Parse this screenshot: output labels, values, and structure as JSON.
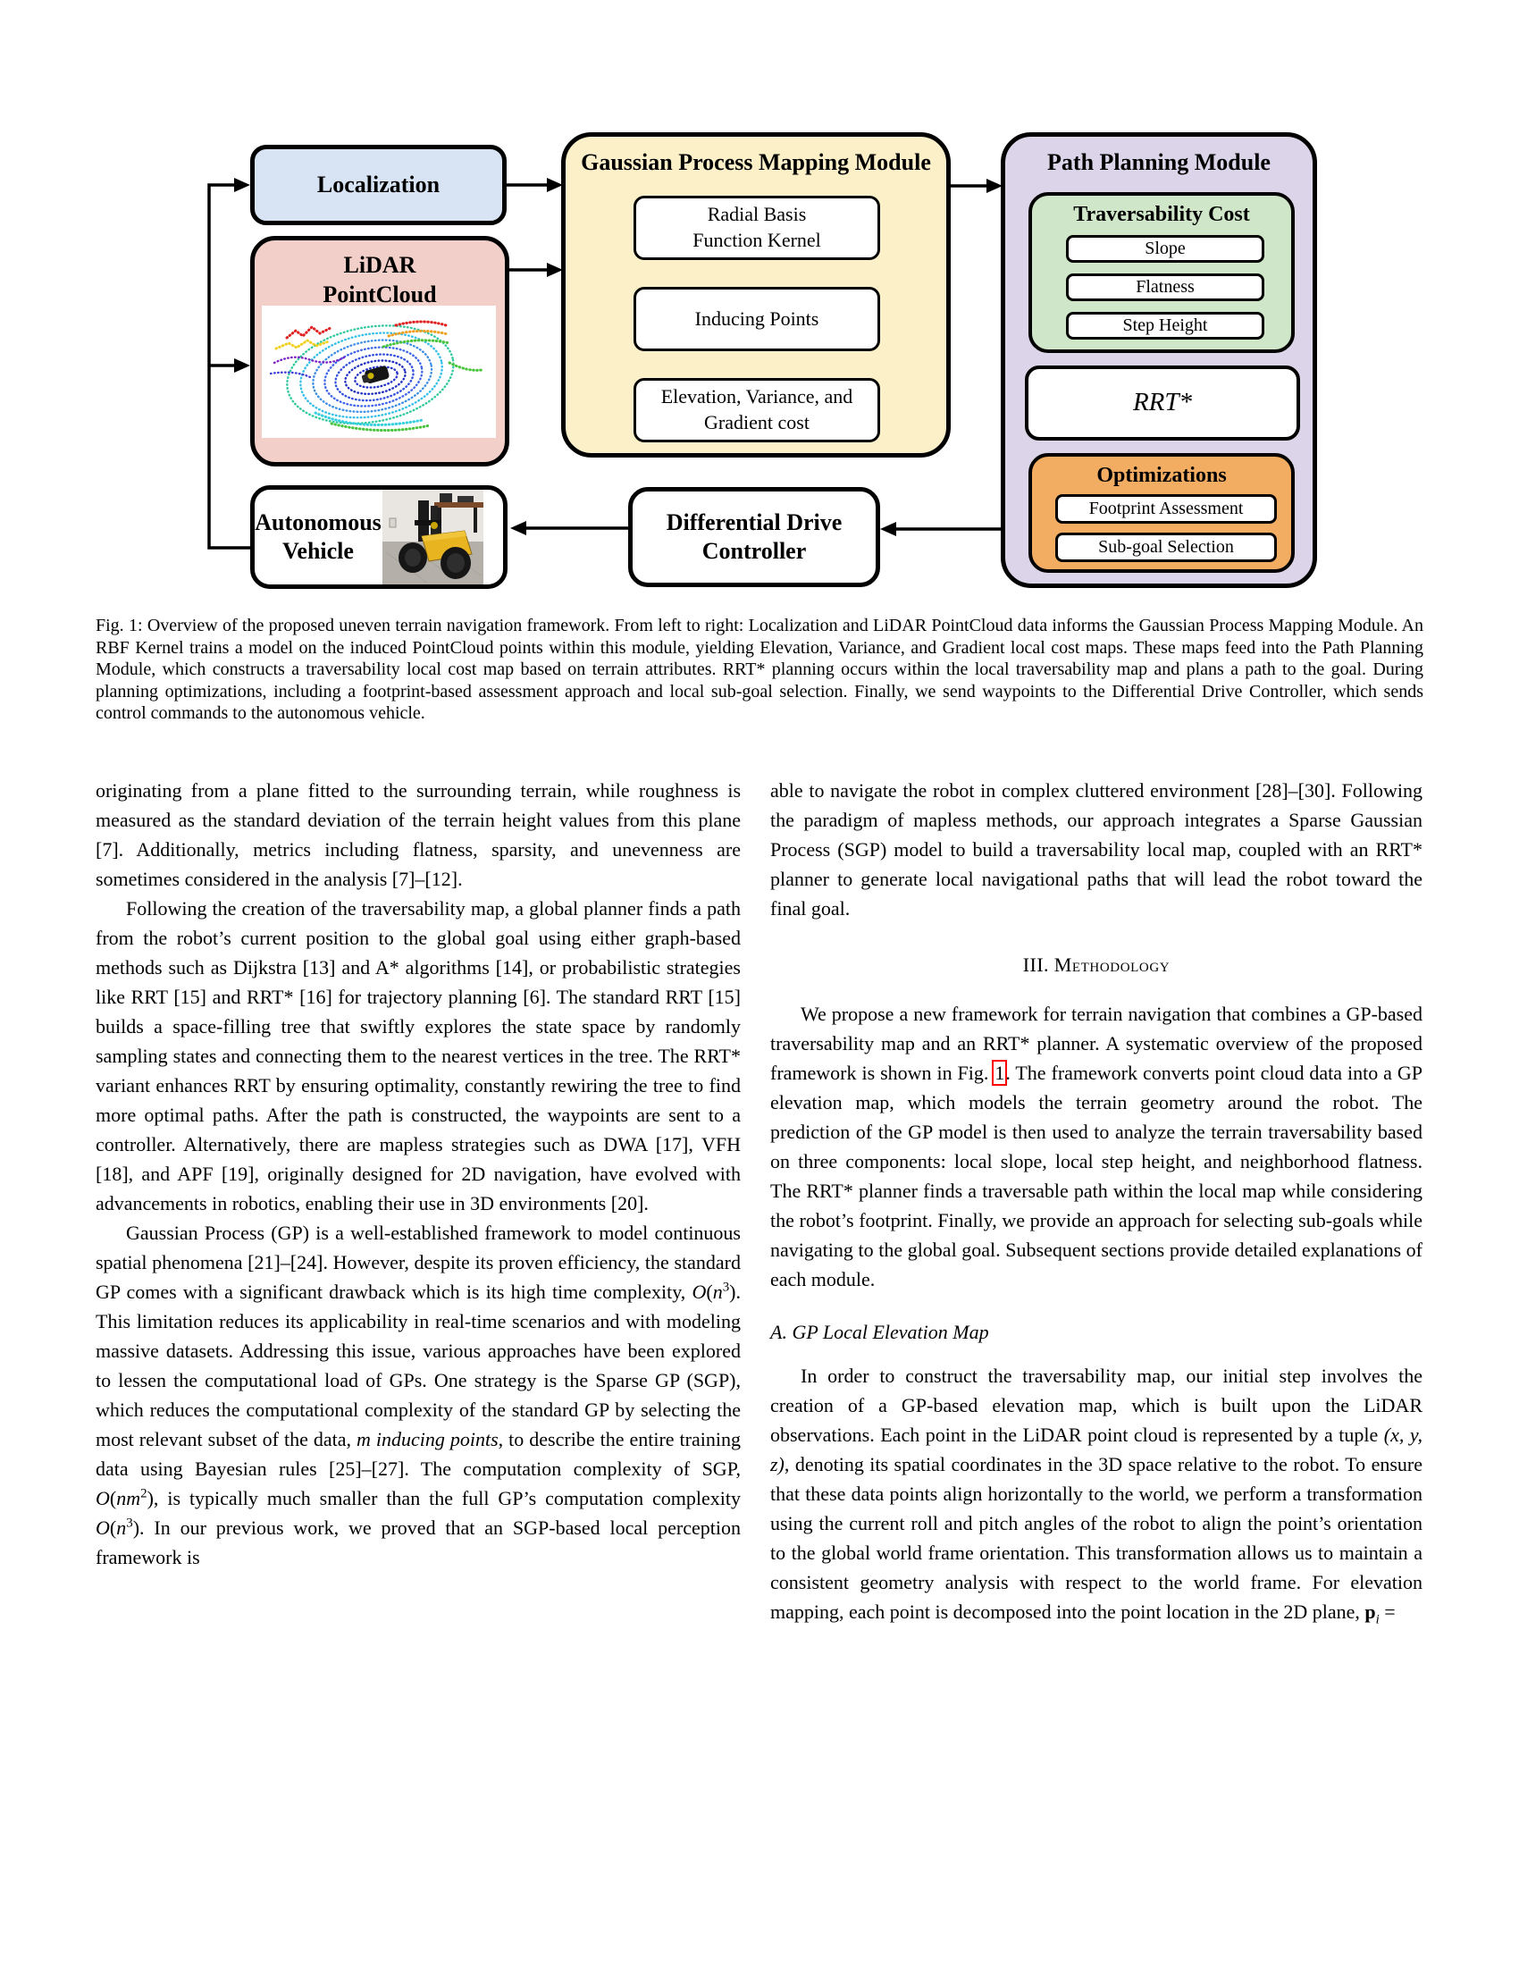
{
  "figure": {
    "colors": {
      "localization_bg": "#d8e4f4",
      "lidar_bg": "#f2cfc9",
      "gp_module_bg": "#fcf0c9",
      "path_module_bg": "#dcd4e8",
      "traversability_bg": "#cfe7c8",
      "optimizations_bg": "#f2ad62",
      "box_border": "#000000",
      "link_red": "#ff0000",
      "robot_yellow": "#e8b41f"
    },
    "localization_label": "Localization",
    "lidar_label": "LiDAR\nPointCloud",
    "lidar_image_name": "lidar-pointcloud-contour-image",
    "autonomous_label": "Autonomous\nVehicle",
    "robot_photo_name": "robot-photo",
    "gp_module_title": "Gaussian Process Mapping Module",
    "rbf_label": "Radial Basis\nFunction Kernel",
    "inducing_label": "Inducing Points",
    "elevation_label": "Elevation, Variance, and\nGradient cost",
    "path_module_title": "Path Planning Module",
    "traversability_title": "Traversability Cost",
    "slope_label": "Slope",
    "flatness_label": "Flatness",
    "step_height_label": "Step Height",
    "rrt_label": "RRT*",
    "optimizations_title": "Optimizations",
    "footprint_label": "Footprint Assessment",
    "subgoal_label": "Sub-goal Selection",
    "controller_label": "Differential Drive\nController"
  },
  "caption": {
    "segments": [
      {
        "t": "Fig. 1: ",
        "s": "n"
      },
      {
        "t": "Overview of the proposed uneven terrain navigation framework. From left to right: Localization and LiDAR PointCloud data informs the Gaussian Process Mapping Module. An RBF Kernel trains a model on the induced PointCloud points within this module, yielding Elevation, Variance, and Gradient local cost maps. These maps feed into the Path Planning Module, which constructs a traversability local cost map based on terrain attributes. RRT* planning occurs within the local traversability map and plans a path to the goal. During planning optimizations, including a footprint-based assessment approach and local sub-goal selection. Finally, we send waypoints to the Differential Drive Controller, which sends control commands to the autonomous vehicle.",
        "s": "n"
      }
    ]
  },
  "left_column": {
    "p1": "originating from a plane fitted to the surrounding terrain, while roughness is measured as the standard deviation of the terrain height values from this plane [7]. Additionally, metrics including flatness, sparsity, and unevenness are sometimes considered in the analysis [7]–[12].",
    "p2": "Following the creation of the traversability map, a global planner finds a path from the robot’s current position to the global goal using either graph-based methods such as Dijkstra [13] and A* algorithms [14], or probabilistic strategies like RRT [15] and RRT* [16] for trajectory planning [6]. The standard RRT [15] builds a space-filling tree that swiftly explores the state space by randomly sampling states and connecting them to the nearest vertices in the tree. The RRT* variant enhances RRT by ensuring optimality, constantly rewiring the tree to find more optimal paths. After the path is constructed, the waypoints are sent to a controller. Alternatively, there are mapless strategies such as DWA [17], VFH [18], and APF [19], originally designed for 2D navigation, have evolved with advancements in robotics, enabling their use in 3D environments [20].",
    "p3_segments": [
      {
        "t": "Gaussian Process (GP) is a well-established framework to model continuous spatial phenomena [21]–[24]. However, despite its proven efficiency, the standard GP comes with a significant drawback which is its high time complexity, ",
        "s": "n"
      },
      {
        "t": "O",
        "s": "cal"
      },
      {
        "t": "(",
        "s": "n"
      },
      {
        "t": "n",
        "s": "i"
      },
      {
        "t": "3",
        "s": "sup"
      },
      {
        "t": "). This limitation reduces its applicability in real-time scenarios and with modeling massive datasets. Addressing this issue, various approaches have been explored to lessen the computational load of GPs. One strategy is the Sparse GP (SGP), which reduces the computational complexity of the standard GP by selecting the most relevant subset of the data, ",
        "s": "n"
      },
      {
        "t": "m inducing points",
        "s": "i"
      },
      {
        "t": ", to describe the entire training data using Bayesian rules [25]–[27]. The computation complexity of SGP, ",
        "s": "n"
      },
      {
        "t": "O",
        "s": "cal"
      },
      {
        "t": "(",
        "s": "n"
      },
      {
        "t": "nm",
        "s": "i"
      },
      {
        "t": "2",
        "s": "sup"
      },
      {
        "t": "), is typically much smaller than the full GP’s computation complexity ",
        "s": "n"
      },
      {
        "t": "O",
        "s": "cal"
      },
      {
        "t": "(",
        "s": "n"
      },
      {
        "t": "n",
        "s": "i"
      },
      {
        "t": "3",
        "s": "sup"
      },
      {
        "t": "). In our previous work, we proved that an SGP-based local perception framework is",
        "s": "n"
      }
    ]
  },
  "right_column": {
    "p1": "able to navigate the robot in complex cluttered environment [28]–[30]. Following the paradigm of mapless methods, our approach integrates a Sparse Gaussian Process (SGP) model to build a traversability local map, coupled with an RRT* planner to generate local navigational paths that will lead the robot toward the final goal.",
    "heading_segments": [
      {
        "t": "III. ",
        "s": "n"
      },
      {
        "t": "Methodology",
        "s": "sc"
      }
    ],
    "p2_segments": [
      {
        "t": "We propose a new framework for terrain navigation that combines a GP-based traversability map and an RRT* planner. A systematic overview of the proposed framework is shown in Fig. ",
        "s": "n"
      },
      {
        "t": "1",
        "s": "redbox"
      },
      {
        "t": ". The framework converts point cloud data into a GP elevation map, which models the terrain geometry around the robot. The prediction of the GP model is then used to analyze the terrain traversability based on three components: local slope, local step height, and neighborhood flatness. The RRT* planner finds a traversable path within the local map while considering the robot’s footprint. Finally, we provide an approach for selecting sub-goals while navigating to the global goal. Subsequent sections provide detailed explanations of each module.",
        "s": "n"
      }
    ],
    "subheading": "A. GP Local Elevation Map",
    "p3_segments": [
      {
        "t": "In order to construct the traversability map, our initial step involves the creation of a GP-based elevation map, which is built upon the LiDAR observations. Each point in the LiDAR point cloud is represented by a tuple ",
        "s": "n"
      },
      {
        "t": "(x, y, z)",
        "s": "i"
      },
      {
        "t": ", denoting its spatial coordinates in the 3D space relative to the robot. To ensure that these data points align horizontally to the world, we perform a transformation using the current roll and pitch angles of the robot to align the point’s orientation to the global world frame orientation. This transformation allows us to maintain a consistent geometry analysis with respect to the world frame. For elevation mapping, each point is decomposed into the point location in the 2D plane, ",
        "s": "n"
      },
      {
        "t": "p",
        "s": "bi"
      },
      {
        "t": "i",
        "s": "sub"
      },
      {
        "t": " =",
        "s": "n"
      }
    ]
  }
}
